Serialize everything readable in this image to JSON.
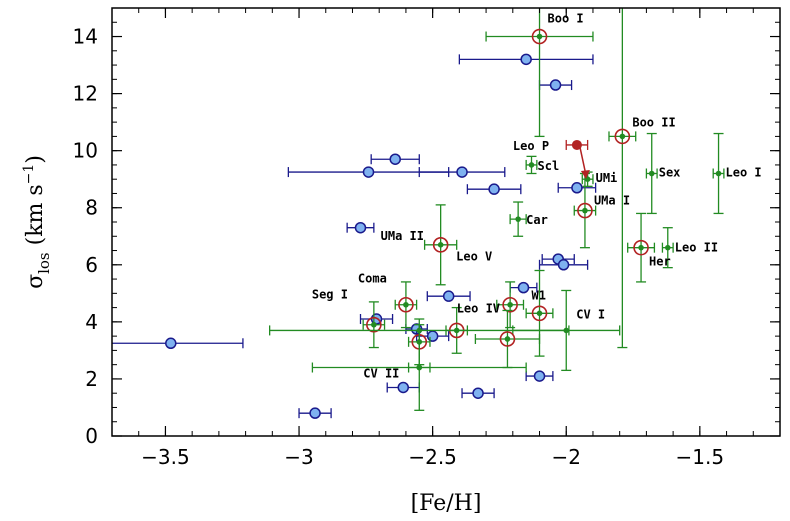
{
  "chart_data": {
    "type": "scatter",
    "title": "",
    "xlabel": "[Fe/H]",
    "ylabel_main": "σ",
    "ylabel_sub": "los",
    "ylabel_units": "(km s",
    "ylabel_units_sup": "−1",
    "ylabel_units_close": ")",
    "xlim": [
      -3.7,
      -1.2
    ],
    "ylim": [
      0,
      15
    ],
    "xticks": [
      -3.5,
      -3.0,
      -2.5,
      -2.0,
      -1.5
    ],
    "xtick_labels": [
      "−3.5",
      "−3",
      "−2.5",
      "−2",
      "−1.5"
    ],
    "yticks": [
      0,
      2,
      4,
      6,
      8,
      10,
      12,
      14
    ],
    "ytick_labels": [
      "0",
      "2",
      "4",
      "6",
      "8",
      "10",
      "12",
      "14"
    ],
    "grid": false,
    "colors": {
      "blue_fill": "#7fb2f0",
      "blue_edge": "#1a1a8c",
      "green": "#228b22",
      "red": "#b22222"
    },
    "series": [
      {
        "marker": "blue-circle",
        "points": [
          {
            "x": -2.15,
            "y": 13.2,
            "xerr": 0.25
          },
          {
            "x": -2.04,
            "y": 12.3,
            "xerr": 0.06
          },
          {
            "x": -2.64,
            "y": 9.7,
            "xerr": 0.09
          },
          {
            "x": -2.74,
            "y": 9.25,
            "xerr": 0.3
          },
          {
            "x": -2.39,
            "y": 9.25,
            "xerr": 0.16
          },
          {
            "x": -2.27,
            "y": 8.65,
            "xerr": 0.1
          },
          {
            "x": -1.96,
            "y": 8.7,
            "xerr": 0.07
          },
          {
            "x": -2.77,
            "y": 7.3,
            "xerr": 0.05
          },
          {
            "x": -2.03,
            "y": 6.2,
            "xerr": 0.06
          },
          {
            "x": -2.01,
            "y": 6.0,
            "xerr": 0.09
          },
          {
            "x": -2.16,
            "y": 5.2,
            "xerr": 0.05
          },
          {
            "x": -2.44,
            "y": 4.9,
            "xerr": 0.08
          },
          {
            "x": -2.71,
            "y": 4.1,
            "xerr": 0.06
          },
          {
            "x": -2.56,
            "y": 3.75,
            "xerr": 0.04
          },
          {
            "x": -2.5,
            "y": 3.5,
            "xerr": 0.06
          },
          {
            "x": -3.48,
            "y": 3.25,
            "xerr": 0.27
          },
          {
            "x": -2.1,
            "y": 2.1,
            "xerr": 0.05
          },
          {
            "x": -2.61,
            "y": 1.7,
            "xerr": 0.06
          },
          {
            "x": -2.33,
            "y": 1.5,
            "xerr": 0.06
          },
          {
            "x": -2.94,
            "y": 0.8,
            "xerr": 0.06
          }
        ]
      },
      {
        "marker": "green-point",
        "points": [
          {
            "x": -2.1,
            "y": 14.0,
            "xerr": 0.2,
            "yerr": 3.5,
            "ring": true,
            "label": "Boo I"
          },
          {
            "x": -1.79,
            "y": 10.5,
            "xerr": 0.05,
            "yerr": 7.4,
            "ring": true,
            "label": "Boo II"
          },
          {
            "x": -2.13,
            "y": 9.5,
            "xerr": 0.02,
            "yerr": 0.3,
            "label": "Scl"
          },
          {
            "x": -1.92,
            "y": 9.0,
            "xerr": 0.02,
            "yerr": 0.25,
            "label": "UMi"
          },
          {
            "x": -1.68,
            "y": 9.2,
            "xerr": 0.02,
            "yerr": 1.4,
            "label": "Sex"
          },
          {
            "x": -1.43,
            "y": 9.2,
            "xerr": 0.02,
            "yerr": 1.4,
            "label": "Leo I"
          },
          {
            "x": -1.93,
            "y": 7.9,
            "xerr": 0.04,
            "yerr": 1.3,
            "ring": true,
            "label": "UMa I"
          },
          {
            "x": -2.18,
            "y": 7.6,
            "xerr": 0.03,
            "yerr": 0.6,
            "label": "Car"
          },
          {
            "x": -2.47,
            "y": 6.7,
            "xerr": 0.06,
            "yerr": 1.4,
            "ring": true,
            "label": "UMa II"
          },
          {
            "x": -1.72,
            "y": 6.6,
            "xerr": 0.05,
            "yerr": 1.2,
            "ring": true,
            "label": "Her"
          },
          {
            "x": -1.62,
            "y": 6.6,
            "xerr": 0.02,
            "yerr": 0.7,
            "label": "Leo II"
          },
          {
            "x": -2.6,
            "y": 4.6,
            "xerr": 0.04,
            "yerr": 0.8,
            "ring": true,
            "label": "Coma"
          },
          {
            "x": -2.21,
            "y": 4.6,
            "xerr": 0.05,
            "yerr": 0.8,
            "ring": true,
            "label": "Leo V"
          },
          {
            "x": -2.1,
            "y": 4.3,
            "xerr": 0.05,
            "yerr": 1.5,
            "ring": true,
            "label": "W1"
          },
          {
            "x": -2.72,
            "y": 3.9,
            "xerr": 0.04,
            "yerr": 0.8,
            "ring": true,
            "label": "Seg I"
          },
          {
            "x": -2.41,
            "y": 3.7,
            "xerr": 0.04,
            "yerr": 0.8,
            "ring": true,
            "label": "Leo IV"
          },
          {
            "x": -2.0,
            "y": 3.7,
            "xerr": 0.2,
            "yerr": 1.4,
            "label": "CV I"
          },
          {
            "x": -2.22,
            "y": 3.4,
            "xerr": 0.12,
            "yerr": 1.0,
            "ring": true
          },
          {
            "x": -2.55,
            "y": 3.3,
            "xerr": 0.04,
            "yerr": 0.8,
            "ring": true
          },
          {
            "x": -2.55,
            "y": 2.4,
            "xerr": 0.04,
            "yerr": 1.5,
            "label": "CV II"
          },
          {
            "x": -2.55,
            "y": 2.4,
            "xerr": 0.4,
            "yerr": 0
          },
          {
            "x": -2.55,
            "y": 3.7,
            "xerr": 0.56,
            "yerr": 0
          }
        ]
      },
      {
        "marker": "red-point",
        "points": [
          {
            "x": -1.96,
            "y": 10.2,
            "xerr": 0.04,
            "label": "Leo P"
          }
        ]
      }
    ]
  }
}
